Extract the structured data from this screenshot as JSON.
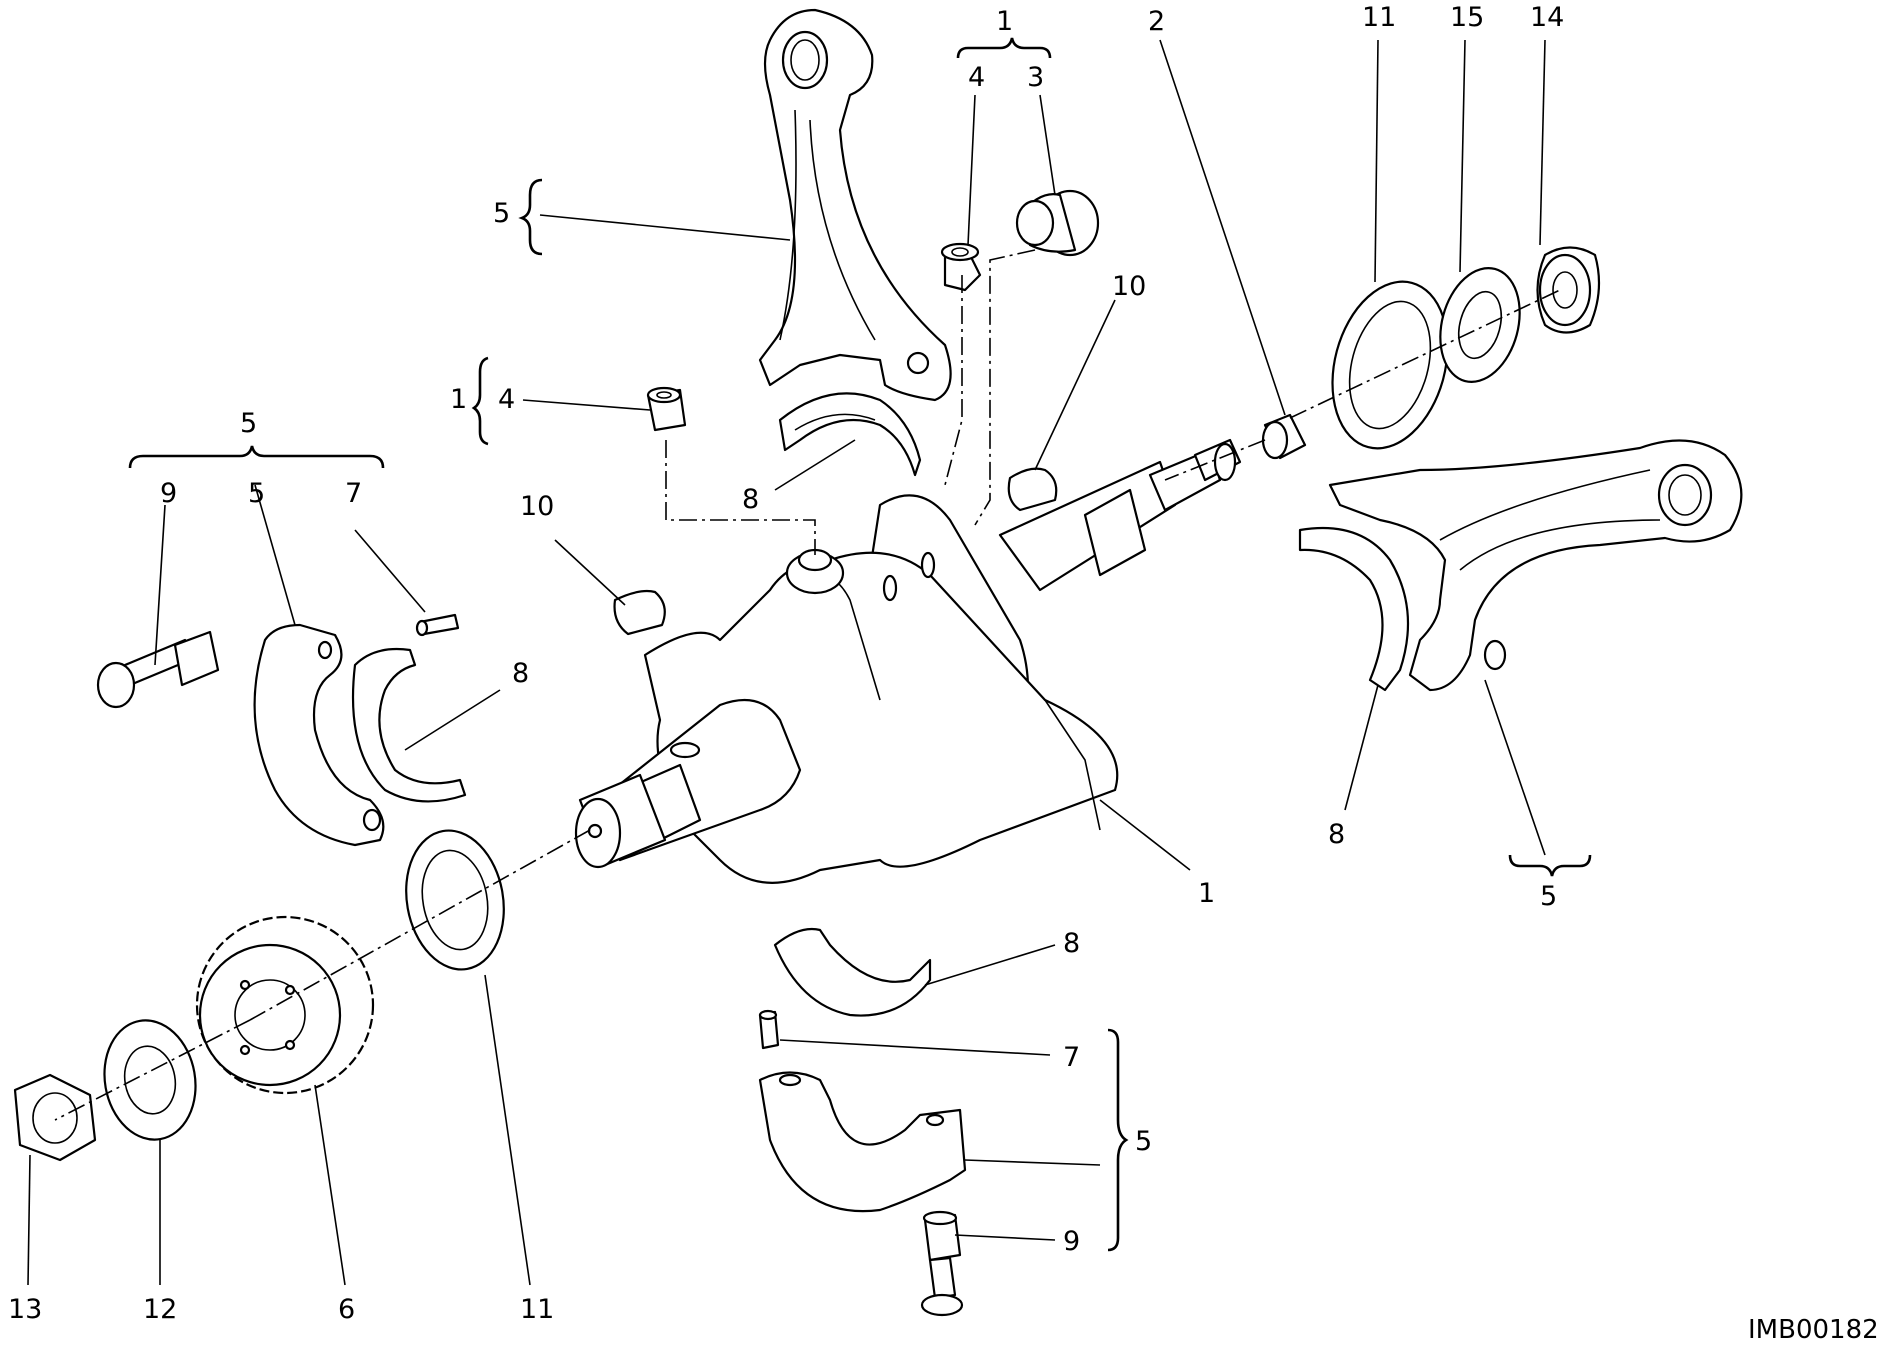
{
  "diagram": {
    "drawing_code": "IMB00182",
    "callouts": {
      "top_conrod_group": "5",
      "top_plug_group": "1",
      "top_plug_group_item_4": "4",
      "top_plug_group_item_3": "3",
      "left_plug_group": "1",
      "left_plug_group_item_4": "4",
      "right_plug": "2",
      "right_washer_large": "11",
      "right_washer_small": "15",
      "right_nut": "14",
      "key_upper_right": "10",
      "key_left": "10",
      "top_bearing_shell": "8",
      "left_cap_group": "5",
      "left_bolt": "9",
      "left_cap": "5",
      "left_pin": "7",
      "left_bearing_shell": "8",
      "crankshaft": "1",
      "right_bearing_shell": "8",
      "right_conrod_group": "5",
      "bottom_bearing_shell": "8",
      "bottom_pin": "7",
      "bottom_cap_group": "5",
      "bottom_bolt": "9",
      "nut": "13",
      "washer_left": "12",
      "gear": "6",
      "spacer_left": "11"
    }
  }
}
